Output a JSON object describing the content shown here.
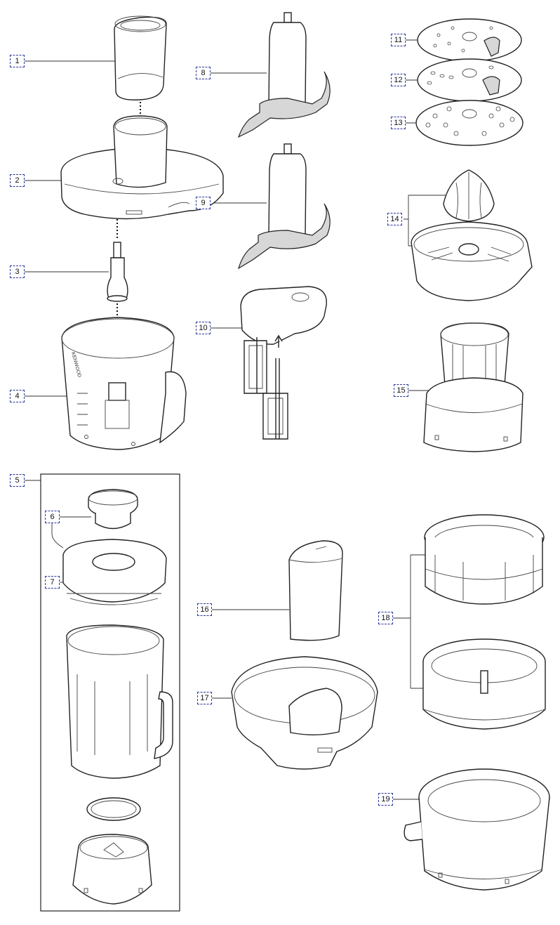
{
  "callouts": [
    "1",
    "2",
    "3",
    "4",
    "5",
    "6",
    "7",
    "8",
    "9",
    "10",
    "11",
    "12",
    "13",
    "14",
    "15",
    "16",
    "17",
    "18",
    "19"
  ],
  "bowl_brand_text": "KENWOOD",
  "colors": {
    "callout_border": "#2b3a9c",
    "line": "#222222",
    "shade": "#d7d7d7"
  }
}
